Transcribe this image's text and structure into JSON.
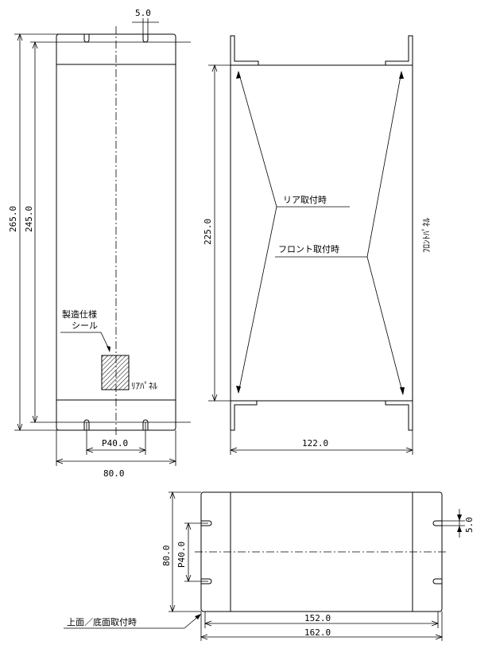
{
  "dims": {
    "front_top_slot": "5.0",
    "front_height_outer": "265.0",
    "front_height_inner": "245.0",
    "front_pitch": "P40.0",
    "front_width": "80.0",
    "side_height": "225.0",
    "side_width": "122.0",
    "bottom_height": "80.0",
    "bottom_pitch": "P40.0",
    "bottom_slot": "5.0",
    "bottom_inner_width": "152.0",
    "bottom_outer_width": "162.0"
  },
  "labels": {
    "nameplate_line1": "製造仕様",
    "nameplate_line2": "シール",
    "rear_panel": "ﾘｱﾊﾟﾈﾙ",
    "rear_mount": "リア取付時",
    "front_mount": "フロント取付時",
    "front_panel": "ﾌﾛﾝﾄﾊﾟﾈﾙ",
    "bottom_mount": "上面／底面取付時"
  },
  "colors": {
    "line": "#000000",
    "background": "#ffffff"
  }
}
